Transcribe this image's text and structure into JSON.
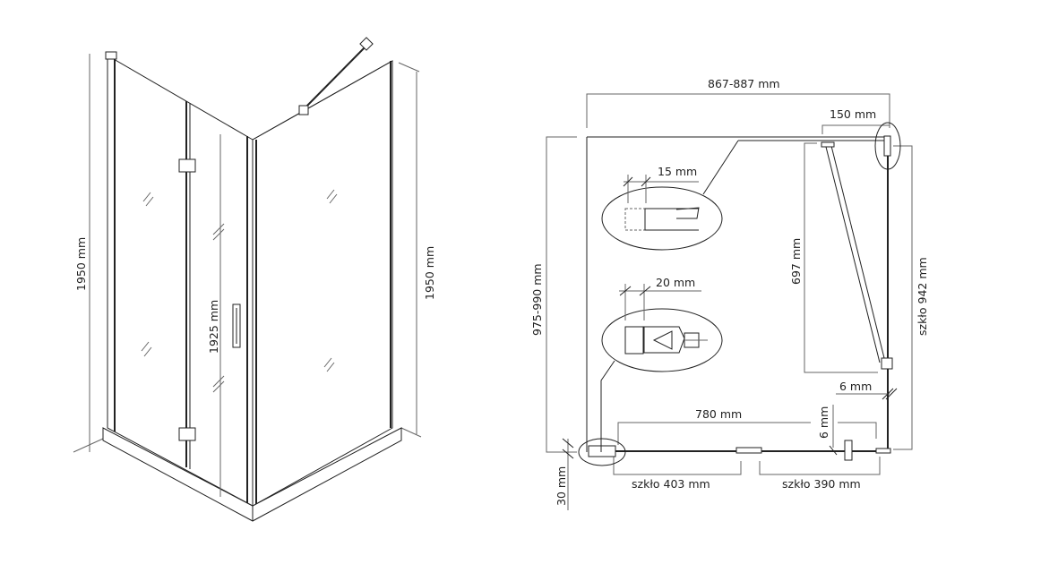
{
  "left_view": {
    "height_left": "1950 mm",
    "height_door": "1925 mm",
    "height_right": "1950 mm"
  },
  "plan_view": {
    "width": "867-887 mm",
    "depth": "975-990 mm",
    "brace_offset": "150 mm",
    "brace_length": "697 mm",
    "side_glass": "szkło 942 mm",
    "gap_right": "6 mm",
    "front_width": "780 mm",
    "gap_front": "6 mm",
    "glass_left": "szkło 403 mm",
    "glass_right": "szkło 390 mm",
    "tray_offset": "30 mm",
    "detail_wall_profile": "15 mm",
    "detail_hinge": "20 mm"
  }
}
